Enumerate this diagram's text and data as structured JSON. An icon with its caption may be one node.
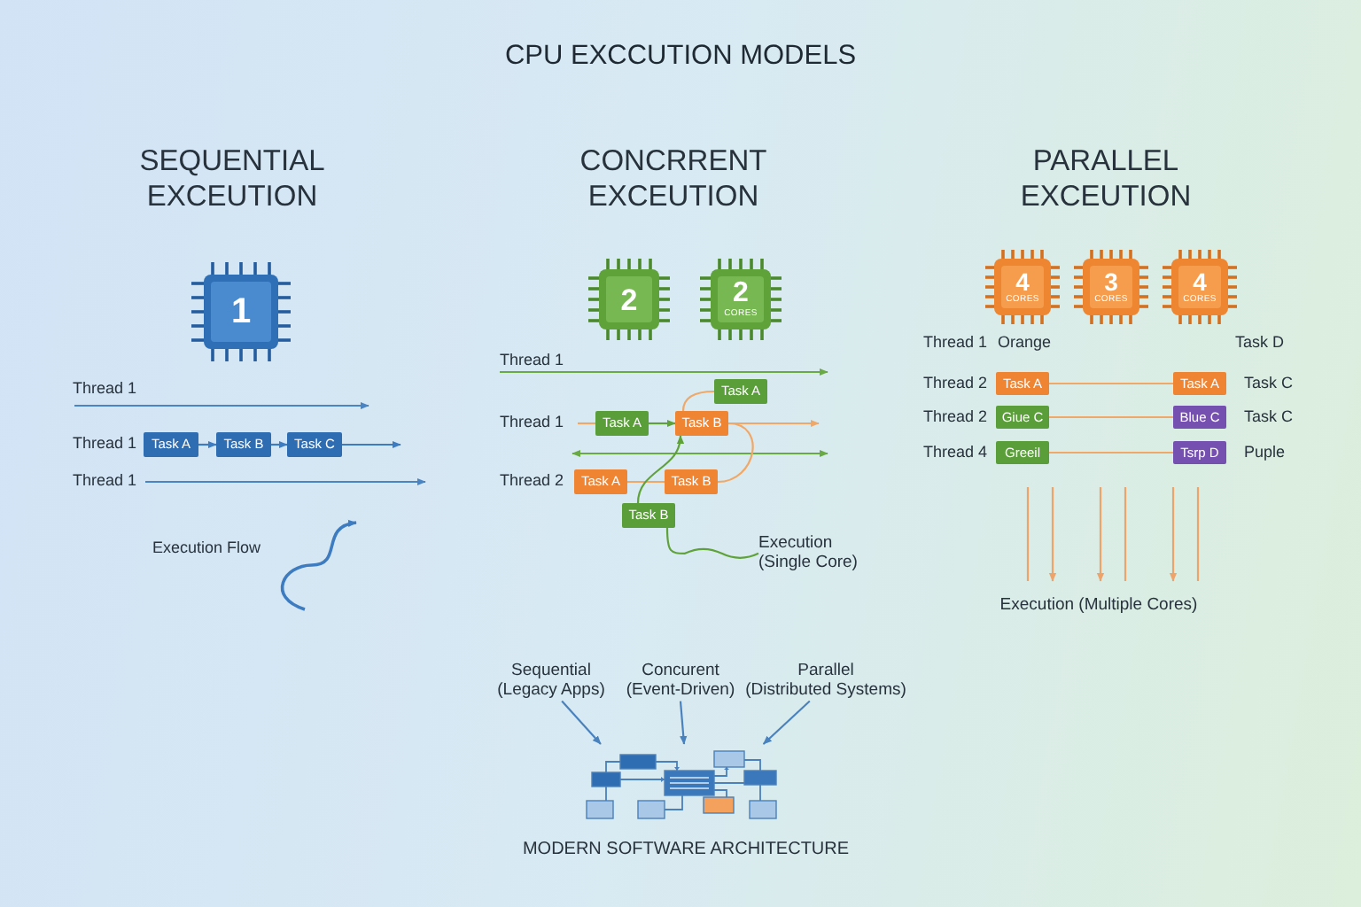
{
  "diagram": {
    "title": "CPU EXCCUTION MODELS",
    "nodes": [
      {
        "text": [
          "1"
        ]
      },
      {
        "text": [
          "Task A"
        ]
      },
      {
        "text": [
          "Task B"
        ]
      },
      {
        "text": [
          "Task C"
        ]
      },
      {
        "text": [
          "2"
        ]
      },
      {
        "text": [
          "2",
          "CORES"
        ]
      },
      {
        "text": [
          "Task A"
        ]
      },
      {
        "text": [
          "Task A"
        ]
      },
      {
        "text": [
          "Task B"
        ]
      },
      {
        "text": [
          "Task A"
        ]
      },
      {
        "text": [
          "Task B"
        ]
      },
      {
        "text": [
          "Task B"
        ]
      },
      {
        "text": [
          "Execution (Single Core)"
        ]
      },
      {
        "text": [
          "4",
          "CORES"
        ]
      },
      {
        "text": [
          "3",
          "CORES"
        ]
      },
      {
        "text": [
          "4",
          "CORES"
        ]
      },
      {
        "text": [
          "Task A"
        ]
      },
      {
        "text": [
          "Task A"
        ]
      },
      {
        "text": [
          "Giue C"
        ]
      },
      {
        "text": [
          "Blue C"
        ]
      },
      {
        "text": [
          "Greeil"
        ]
      },
      {
        "text": [
          "Tsrp D"
        ]
      },
      {
        "text": [
          "Sequential (Legacy Apps)"
        ]
      },
      {
        "text": [
          "Concurent (Event-Driven)"
        ]
      },
      {
        "text": [
          "Parallel (Distributed Systems)"
        ]
      },
      {
        "text": [],
        "shape": "picture"
      }
    ],
    "edges": [
      {
        "from": 1,
        "to": 2,
        "arrow": "to",
        "color": "#3d7cc0"
      },
      {
        "from": 2,
        "to": 3,
        "arrow": "to",
        "color": "#3d7cc0"
      },
      {
        "from": 3,
        "to": null,
        "arrow": "to",
        "color": "#3d7cc0"
      },
      {
        "from": null,
        "to": 7,
        "arrow": "none",
        "color": "#f0a868"
      },
      {
        "from": 7,
        "to": 8,
        "arrow": "to",
        "color": "#5fa23a"
      },
      {
        "from": 8,
        "to": null,
        "arrow": "to",
        "color": "#f0a868"
      },
      {
        "from": 8,
        "to": 6,
        "arrow": "none",
        "color": "#f0a868"
      },
      {
        "from": 9,
        "to": 10,
        "arrow": "none",
        "color": "#f0a868"
      },
      {
        "from": 10,
        "to": 8,
        "arrow": "none",
        "color": "#f0a868"
      },
      {
        "from": 11,
        "to": 8,
        "arrow": "to",
        "color": "#5fa23a"
      },
      {
        "from": 11,
        "to": 12,
        "arrow": "none",
        "color": "#5fa23a"
      },
      {
        "from": 16,
        "to": 17,
        "arrow": "none",
        "color": "#f0a868"
      },
      {
        "from": 18,
        "to": 19,
        "arrow": "none",
        "color": "#f0a868"
      },
      {
        "from": 20,
        "to": 21,
        "arrow": "none",
        "color": "#f0a868"
      },
      {
        "from": 22,
        "to": 25,
        "arrow": "to",
        "color": "#4a82be"
      },
      {
        "from": 23,
        "to": 25,
        "arrow": "to",
        "color": "#4a82be"
      },
      {
        "from": 24,
        "to": 25,
        "arrow": "to",
        "color": "#4a82be"
      }
    ],
    "labels": [
      "SEQUENTIAL EXCEUTION",
      "CONCRRENT EXCEUTION",
      "PARALLEL EXCEUTION",
      "Thread 1",
      "Thread 1",
      "Thread 1",
      "Execution Flow",
      "Thread 1",
      "Thread 1",
      "Thread 2",
      "Thread 1",
      "Orange",
      "Task D",
      "Thread 2",
      "Task C",
      "Thread 2",
      "Task C",
      "Thread 4",
      "Puple",
      "Execution (Multiple Cores)",
      "MODERN SOFTWARE ARCHITECTURE"
    ]
  }
}
